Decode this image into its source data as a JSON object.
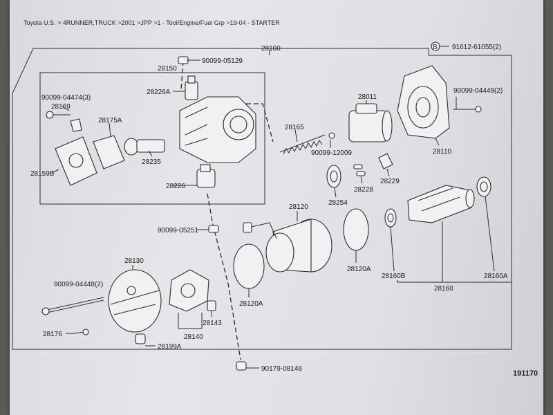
{
  "breadcrumb": "Toyota U.S. > 4RUNNER,TRUCK >2001 >JPP >1 - Tool/Engine/Fuel Grp >19-04 - STARTER",
  "diagram_id": "191170",
  "labels": {
    "p28100": "28100",
    "p28150": "28150",
    "p90099_05129": "90099-05129",
    "p28226A": "28226A",
    "p90099_04474": "90099-04474(3)",
    "p28169": "28169",
    "p28175A": "28175A",
    "p28159B": "28159B",
    "p28235": "28235",
    "p28226": "28226",
    "p28165": "28165",
    "p90099_12009": "90099-12009",
    "p28011": "28011",
    "p91612": "91612-61055(2)",
    "p90099_04449": "90099-04449(2)",
    "p28110": "28110",
    "p28254": "28254",
    "p28228": "28228",
    "p28229": "28229",
    "p28120": "28120",
    "p28120A_top": "28120A",
    "p28120A_bottom": "28120A",
    "p90099_05251": "90099-05251",
    "p28130": "28130",
    "p90099_04448": "90099-04448(2)",
    "p28176": "28176",
    "p28199A": "28199A",
    "p28140": "28140",
    "p28143": "28143",
    "p28160B": "28160B",
    "p28160": "28160",
    "p28160A": "28160A",
    "p90179_08146": "90179-08146",
    "callout_b": "B"
  }
}
